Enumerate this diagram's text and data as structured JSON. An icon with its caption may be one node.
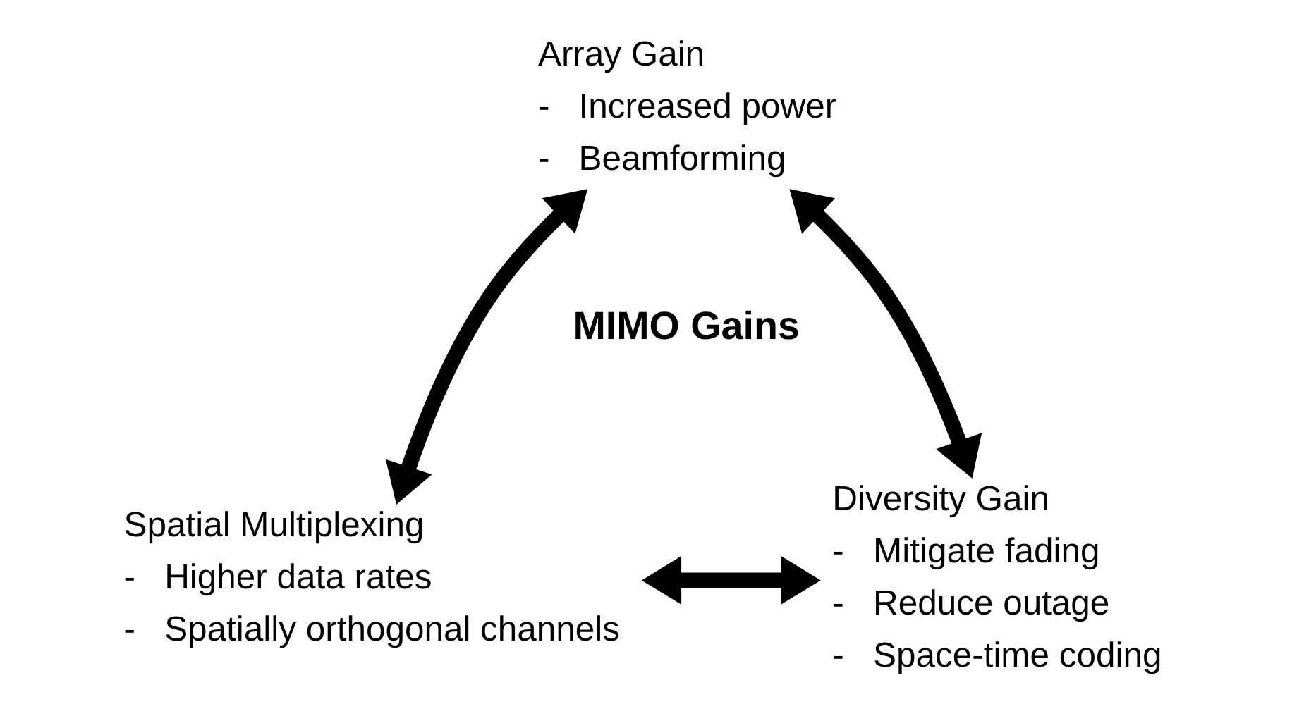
{
  "diagram": {
    "nodes": [
      {
        "text": [
          "Array Gain"
        ],
        "beside": [
          "-   Increased power",
          "-   Beamforming"
        ]
      },
      {
        "text": [
          "Spatial Multiplexing"
        ],
        "beside": [
          "-   Higher data rates",
          "-   Spatially orthogonal channels"
        ]
      },
      {
        "text": [
          "Diversity Gain"
        ],
        "beside": [
          "-   Mitigate fading",
          "-   Reduce outage",
          "-   Space-time coding"
        ]
      }
    ],
    "edges": [
      {
        "from": 0,
        "to": 1,
        "arrow": "both"
      },
      {
        "from": 0,
        "to": 2,
        "arrow": "both"
      },
      {
        "from": 1,
        "to": 2,
        "arrow": "both"
      }
    ],
    "labels": [
      "MIMO Gains"
    ]
  }
}
